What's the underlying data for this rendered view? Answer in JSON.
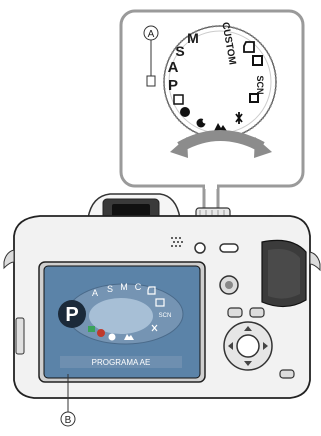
{
  "callouts": {
    "a": "A",
    "b": "B"
  },
  "mode_dial": {
    "letters": [
      "M",
      "S",
      "A",
      "P"
    ],
    "custom": "CUSTOM",
    "scn": "SCN"
  },
  "lcd": {
    "selected_mode": "P",
    "letters": [
      "A",
      "S",
      "M",
      "C"
    ],
    "scn": "SCN",
    "caption": "PROGRAMA AE"
  },
  "colors": {
    "panel_border": "#9a9a9a",
    "arrow": "#8c8c8c",
    "camera_body": "#f2f2f2",
    "lcd_blue": "#5b83a8",
    "lcd_caption_bg": "#6e8fb0"
  },
  "icons": [
    "custom-icon",
    "movie-icon",
    "intelligent-auto-icon",
    "portrait-icon",
    "sports-icon",
    "landscape-icon",
    "close-up-icon",
    "scene-icon",
    "dpad-icon",
    "arrow-icon"
  ]
}
